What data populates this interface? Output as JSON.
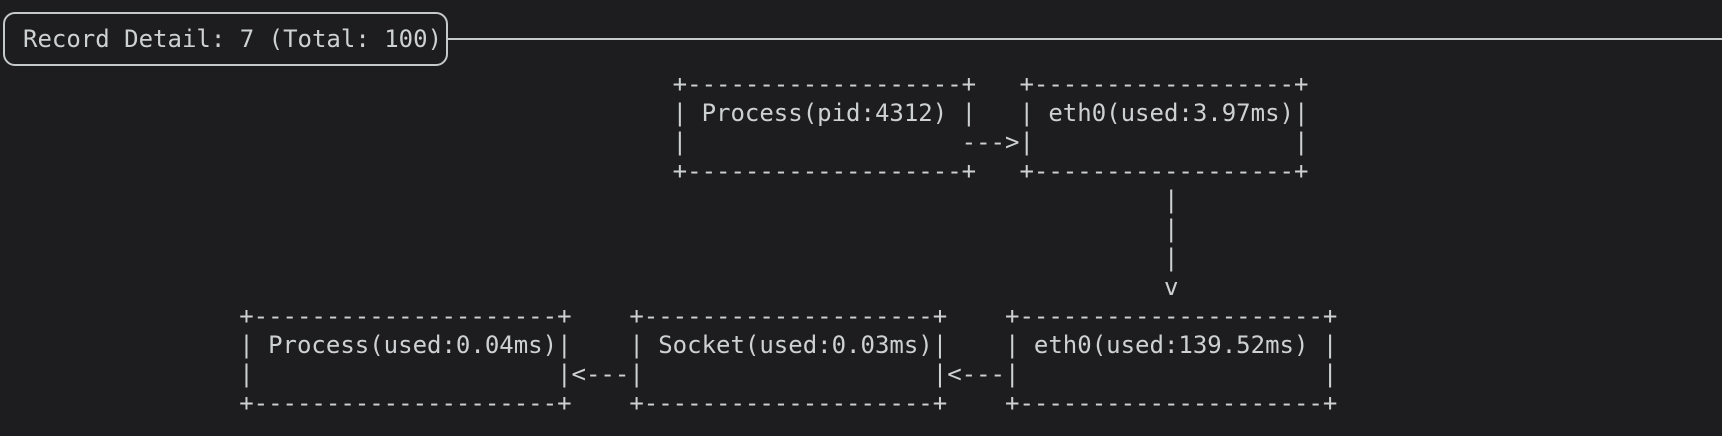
{
  "panel": {
    "title": "Record Detail: 7 (Total: 100)",
    "record_index": "7",
    "total_records": "100"
  },
  "diagram": {
    "nodes": [
      {
        "id": "process-top",
        "label": "Process(pid:4312)",
        "row": "top"
      },
      {
        "id": "eth0-top",
        "label": "eth0(used:3.97ms)",
        "row": "top"
      },
      {
        "id": "process-bottom",
        "label": "Process(used:0.04ms)",
        "row": "bottom"
      },
      {
        "id": "socket-bottom",
        "label": "Socket(used:0.03ms)",
        "row": "bottom"
      },
      {
        "id": "eth0-bottom",
        "label": "eth0(used:139.52ms)",
        "row": "bottom"
      }
    ],
    "edges": [
      {
        "from": "Process(pid:4312)",
        "to": "eth0(used:3.97ms)",
        "direction": "right"
      },
      {
        "from": "eth0(used:3.97ms)",
        "to": "eth0(used:139.52ms)",
        "direction": "down"
      },
      {
        "from": "eth0(used:139.52ms)",
        "to": "Socket(used:0.03ms)",
        "direction": "left"
      },
      {
        "from": "Socket(used:0.03ms)",
        "to": "Process(used:0.04ms)",
        "direction": "left"
      }
    ],
    "lines": [
      "                                              +-------------------+   +------------------+",
      "                                              | Process(pid:4312) |   | eth0(used:3.97ms)|",
      "                                              |                   --->|                  |",
      "                                              +-------------------+   +------------------+",
      "                                                                                |",
      "                                                                                |",
      "                                                                                |",
      "                                                                                v",
      "                +---------------------+    +--------------------+    +---------------------+",
      "                | Process(used:0.04ms)|    | Socket(used:0.03ms)|    | eth0(used:139.52ms) |",
      "                |                     |<---|                    |<---|                     |",
      "                +---------------------+    +--------------------+    +---------------------+"
    ]
  },
  "colors": {
    "background": "#1d1d1f",
    "foreground": "#ced1d2",
    "border": "#c6c9ca"
  }
}
